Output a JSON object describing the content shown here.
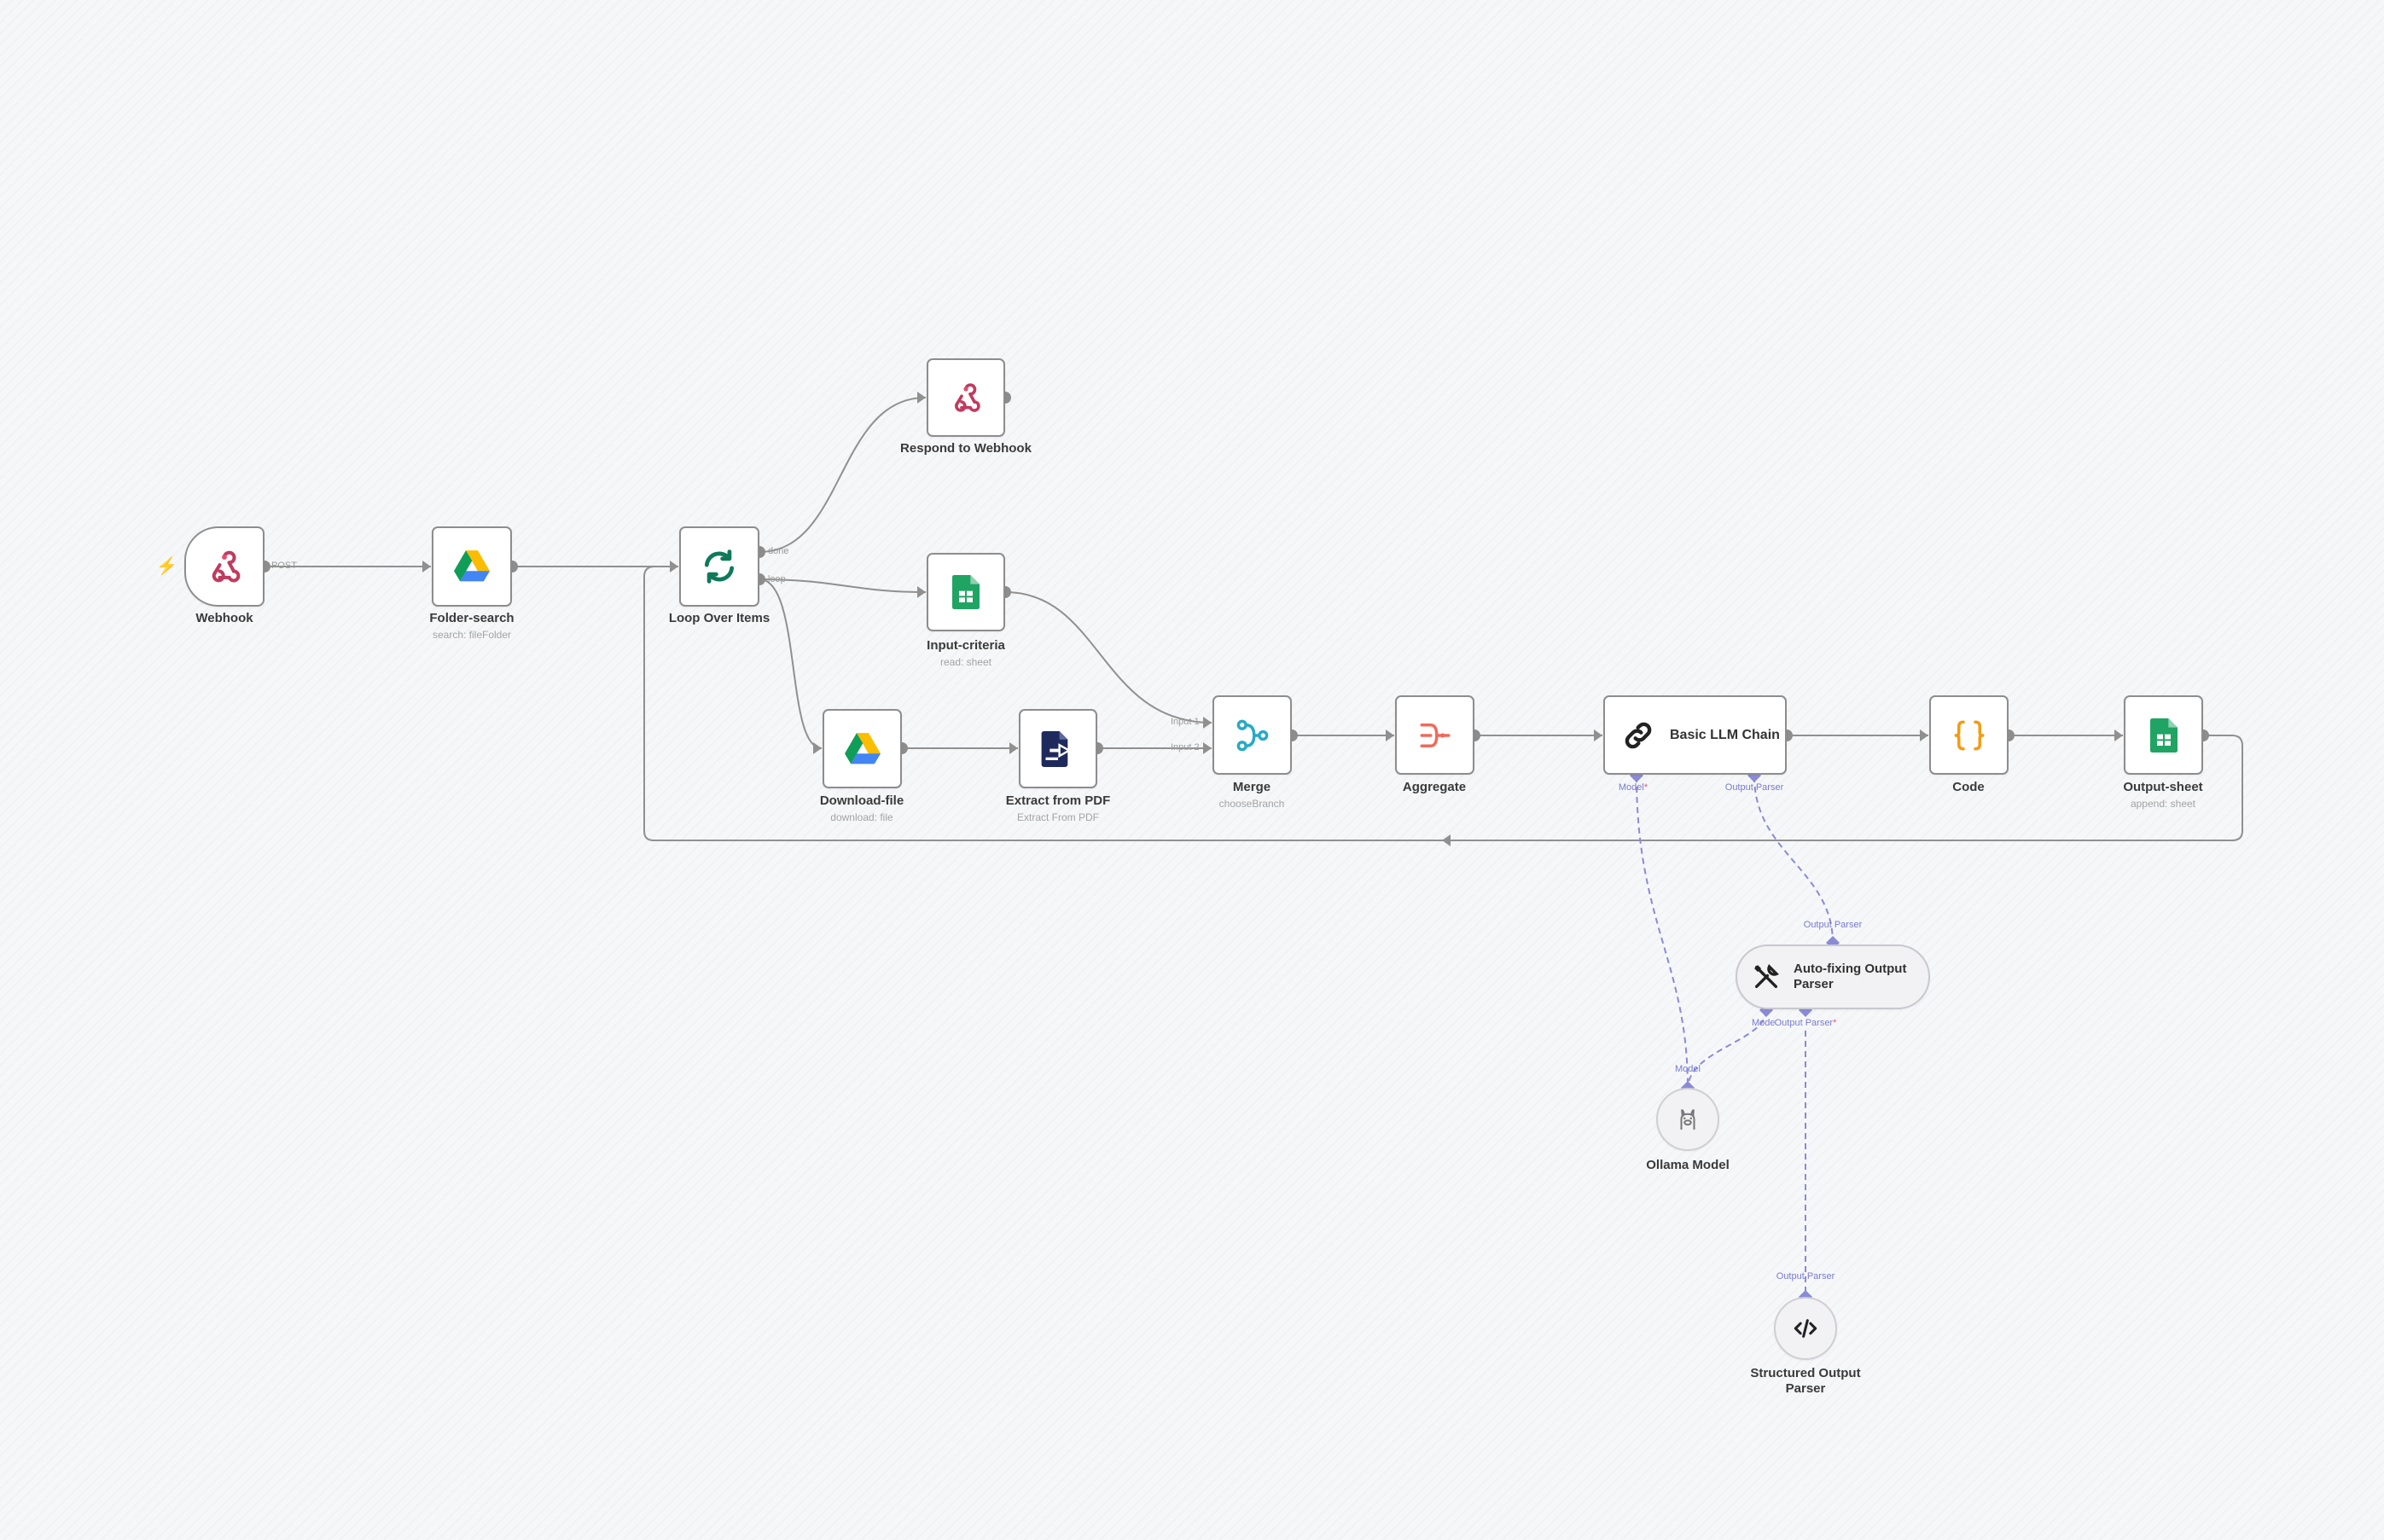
{
  "workflow": {
    "nodes": {
      "webhook": {
        "label": "Webhook",
        "icon": "webhook-icon"
      },
      "folder_search": {
        "label": "Folder-search",
        "sub": "search: fileFolder",
        "icon": "google-drive-icon"
      },
      "loop": {
        "label": "Loop Over Items",
        "icon": "loop-icon"
      },
      "respond": {
        "label": "Respond to Webhook",
        "icon": "webhook-icon"
      },
      "input_criteria": {
        "label": "Input-criteria",
        "sub": "read: sheet",
        "icon": "google-sheets-icon"
      },
      "download_file": {
        "label": "Download-file",
        "sub": "download: file",
        "icon": "google-drive-icon"
      },
      "extract_pdf": {
        "label": "Extract from PDF",
        "sub": "Extract From PDF",
        "icon": "file-extract-icon"
      },
      "merge": {
        "label": "Merge",
        "sub": "chooseBranch",
        "icon": "merge-icon"
      },
      "aggregate": {
        "label": "Aggregate",
        "icon": "aggregate-icon"
      },
      "llm_chain": {
        "label": "Basic LLM Chain",
        "icon": "chain-link-icon"
      },
      "code": {
        "label": "Code",
        "icon": "code-braces-icon"
      },
      "output_sheet": {
        "label": "Output-sheet",
        "sub": "append: sheet",
        "icon": "google-sheets-icon"
      },
      "autofix": {
        "label": "Auto-fixing Output Parser",
        "icon": "tools-icon"
      },
      "ollama": {
        "label": "Ollama Model",
        "icon": "ollama-icon"
      },
      "structured": {
        "label": "Structured Output Parser",
        "icon": "code-tag-icon"
      }
    },
    "tags": {
      "post": "POST",
      "done": "done",
      "loop": "loop",
      "input1": "Input 1",
      "input2": "Input 2",
      "model": "Model",
      "output_parser": "Output Parser",
      "required_mark": "*"
    }
  },
  "colors": {
    "wire": "#909090",
    "ai_wire": "#8a8ad6",
    "port": "#8d8d8d",
    "trigger": "#ff6d5a",
    "sheets": "#1fa463",
    "merge": "#29a9c7",
    "aggregate": "#ef6a5b",
    "code": "#f39c12",
    "loop": "#0e7a5a"
  }
}
